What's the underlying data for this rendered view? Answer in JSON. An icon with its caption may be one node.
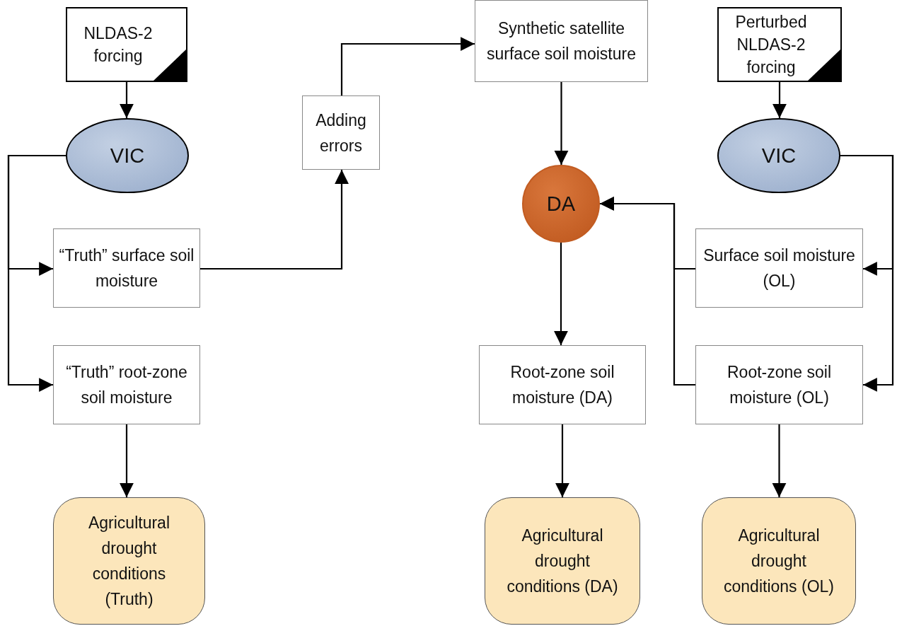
{
  "diagram": {
    "nodes": [
      {
        "text": [
          "NLDAS-2 forcing"
        ]
      },
      {
        "text": [
          "VIC"
        ]
      },
      {
        "text": [
          "“Truth” surface soil moisture"
        ]
      },
      {
        "text": [
          "“Truth” root-zone soil moisture"
        ]
      },
      {
        "text": [
          "Agricultural drought conditions (Truth)"
        ]
      },
      {
        "text": [
          "Adding errors"
        ]
      },
      {
        "text": [
          "Synthetic satellite surface soil moisture"
        ]
      },
      {
        "text": [
          "DA"
        ]
      },
      {
        "text": [
          "Root-zone soil moisture (DA)"
        ]
      },
      {
        "text": [
          "Agricultural drought conditions (DA)"
        ]
      },
      {
        "text": [
          "Perturbed NLDAS-2 forcing"
        ]
      },
      {
        "text": [
          "VIC"
        ]
      },
      {
        "text": [
          "Surface soil moisture (OL)"
        ]
      },
      {
        "text": [
          "Root-zone soil moisture (OL)"
        ]
      },
      {
        "text": [
          "Agricultural drought conditions (OL)"
        ]
      }
    ],
    "edges": [
      {
        "from": 0,
        "to": 1,
        "arrow": "to"
      },
      {
        "from": 1,
        "to": 2,
        "arrow": "to"
      },
      {
        "from": 1,
        "to": 3,
        "arrow": "to"
      },
      {
        "from": 3,
        "to": 4,
        "arrow": "to"
      },
      {
        "from": 2,
        "to": 5,
        "arrow": "to"
      },
      {
        "from": 5,
        "to": 6,
        "arrow": "to"
      },
      {
        "from": 6,
        "to": 7,
        "arrow": "to"
      },
      {
        "from": 7,
        "to": 8,
        "arrow": "to"
      },
      {
        "from": 8,
        "to": 9,
        "arrow": "to"
      },
      {
        "from": 10,
        "to": 11,
        "arrow": "to"
      },
      {
        "from": 11,
        "to": 12,
        "arrow": "to"
      },
      {
        "from": 11,
        "to": 13,
        "arrow": "to"
      },
      {
        "from": 12,
        "to": 7,
        "arrow": "to"
      },
      {
        "from": 13,
        "to": 7,
        "arrow": "to"
      },
      {
        "from": 13,
        "to": 14,
        "arrow": "to"
      }
    ]
  }
}
